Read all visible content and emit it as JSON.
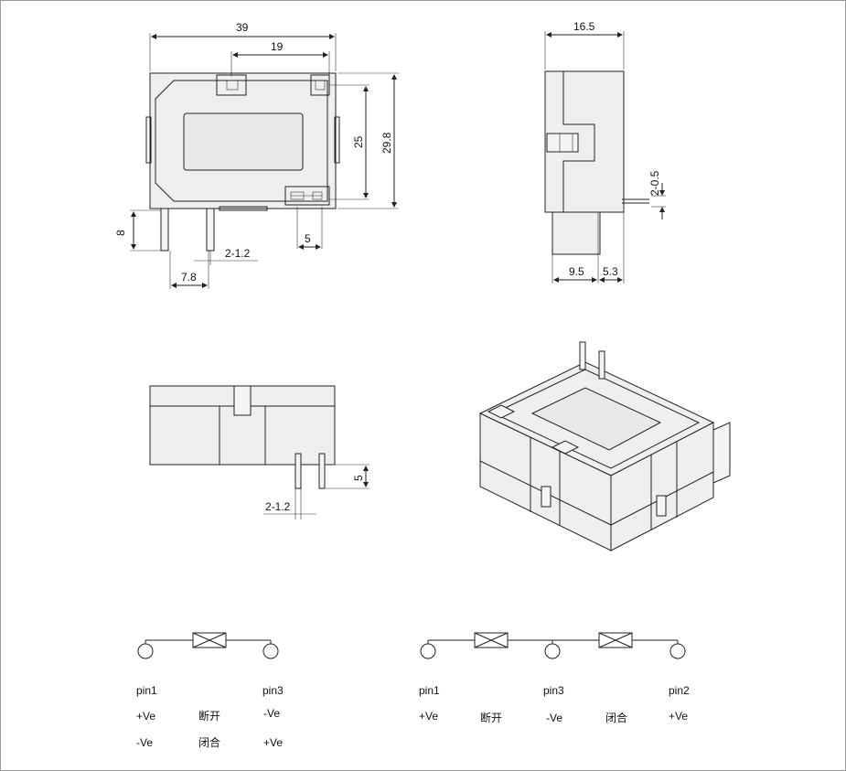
{
  "dimensions": {
    "top_width": "39",
    "top_inner_width": "19",
    "top_height_overall": "29.8",
    "top_height_inner": "25",
    "pin_length": "8",
    "pin_offset": "5",
    "pin_diameter_top": "2-1.2",
    "pin_spacing": "7.8",
    "side_width": "16.5",
    "side_pin_thickness": "2-0.5",
    "side_base": "9.5",
    "side_offset": "5.3",
    "front_pin_height": "5",
    "front_pin_diameter": "2-1.2"
  },
  "schematic_left": {
    "pins": {
      "left": "pin1",
      "right": "pin3"
    },
    "rows": [
      {
        "left": "+Ve",
        "state": "断开",
        "right": "-Ve"
      },
      {
        "left": "-Ve",
        "state": "闭合",
        "right": "+Ve"
      }
    ]
  },
  "schematic_right": {
    "pins": {
      "left": "pin1",
      "middle": "pin3",
      "right": "pin2"
    },
    "row": {
      "left": "+Ve",
      "state_left": "断开",
      "middle": "-Ve",
      "state_right": "闭合",
      "right": "+Ve"
    }
  }
}
